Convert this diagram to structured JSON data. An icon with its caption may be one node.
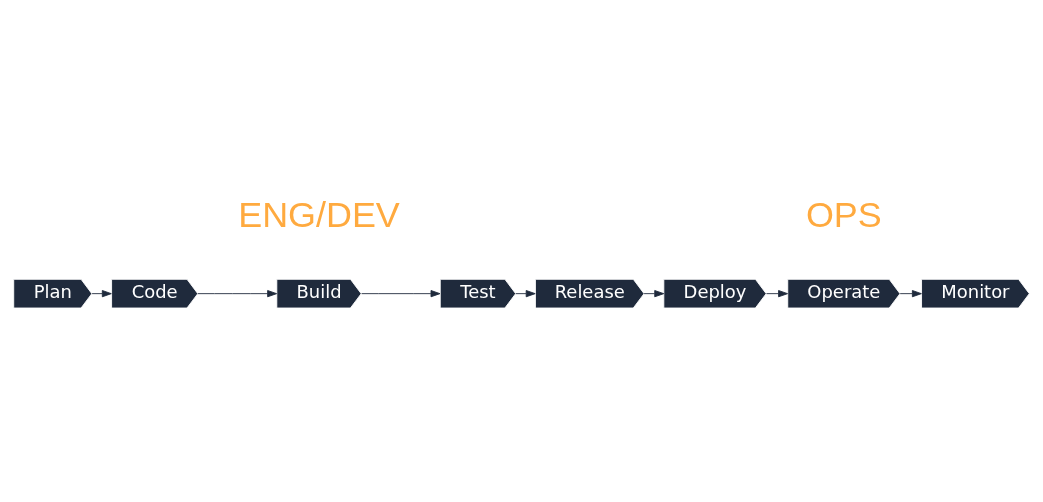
{
  "diagram": {
    "nodes": [
      {
        "text": [
          "Plan"
        ]
      },
      {
        "text": [
          "Code"
        ]
      },
      {
        "text": [
          "Build"
        ]
      },
      {
        "text": [
          "Test"
        ]
      },
      {
        "text": [
          "Release"
        ]
      },
      {
        "text": [
          "Deploy"
        ]
      },
      {
        "text": [
          "Operate"
        ]
      },
      {
        "text": [
          "Monitor"
        ]
      }
    ],
    "edges": [
      {
        "from": 0,
        "to": 1,
        "arrow": "to"
      },
      {
        "from": 1,
        "to": 2,
        "arrow": "to"
      },
      {
        "from": 2,
        "to": 3,
        "arrow": "to"
      },
      {
        "from": 3,
        "to": 4,
        "arrow": "to"
      },
      {
        "from": 4,
        "to": 5,
        "arrow": "to"
      },
      {
        "from": 5,
        "to": 6,
        "arrow": "to"
      },
      {
        "from": 6,
        "to": 7,
        "arrow": "to"
      }
    ],
    "labels": [
      "ENG/DEV",
      "OPS"
    ]
  }
}
